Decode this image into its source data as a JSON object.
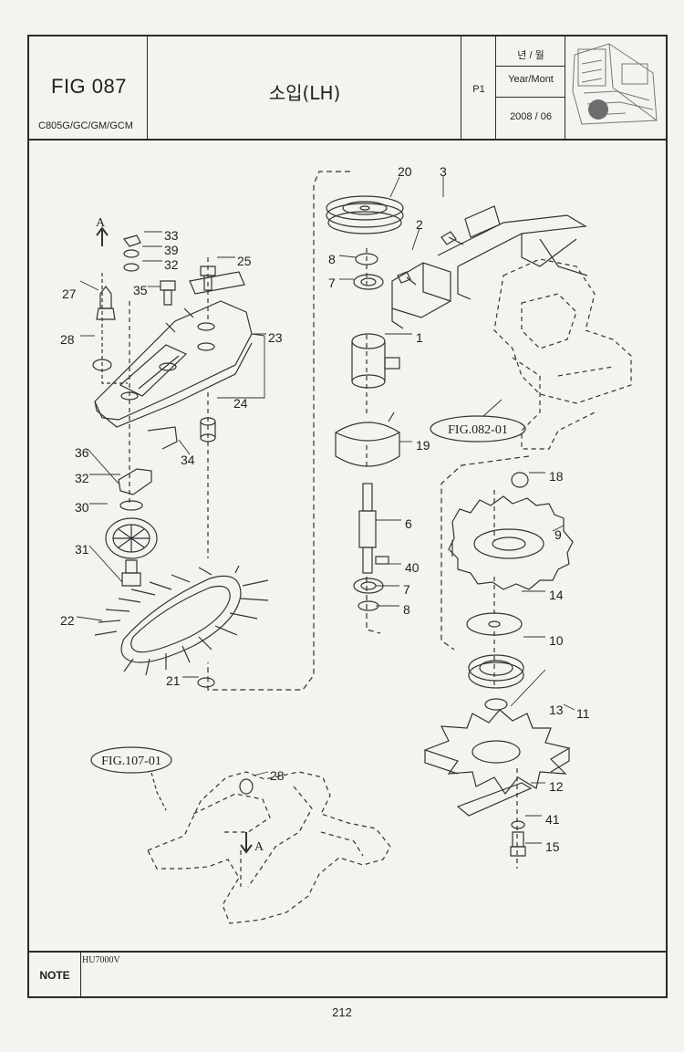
{
  "header": {
    "fig_no": "FIG 087",
    "model": "C805G/GC/GM/GCM",
    "title": "소입(LH)",
    "page": "P1",
    "date_label_ko": "년 / 월",
    "date_label_en": "Year/Mont",
    "date_value": "2008 / 06",
    "thumbnail": "combine-harvester-thumbnail"
  },
  "drawing": {
    "code": "HU7000V",
    "view_arrow_label": "A",
    "references": [
      "FIG.082-01",
      "FIG.107-01"
    ],
    "part_numbers": [
      "33",
      "39",
      "32",
      "25",
      "27",
      "35",
      "28",
      "23",
      "24",
      "34",
      "36",
      "32",
      "30",
      "31",
      "22",
      "21",
      "20",
      "3",
      "2",
      "8",
      "7",
      "1",
      "19",
      "6",
      "40",
      "7",
      "8",
      "18",
      "9",
      "14",
      "10",
      "13",
      "11",
      "12",
      "41",
      "15",
      "28"
    ]
  },
  "note": {
    "label": "NOTE",
    "text": ""
  },
  "footer": {
    "page_number": "212"
  }
}
